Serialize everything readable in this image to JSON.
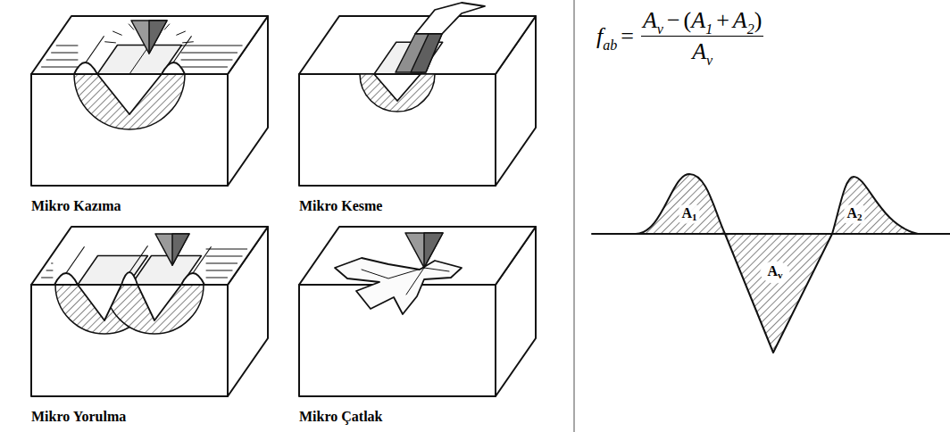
{
  "diagram": {
    "labels": [
      "Mikro Kazıma",
      "Mikro Kesme",
      "Mikro Yorulma",
      "Mikro Çatlak",
      "f",
      "ab",
      "=",
      "A",
      "v",
      "−",
      "(",
      "A",
      "1",
      "+",
      "A",
      "2",
      ")",
      "A",
      "v",
      "A",
      "1",
      "A",
      "v",
      "A",
      "2"
    ]
  }
}
